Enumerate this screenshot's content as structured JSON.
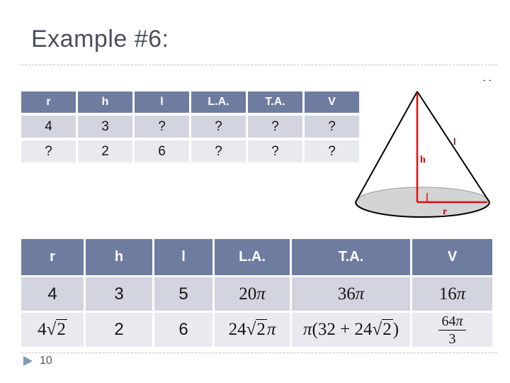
{
  "title": "Example #6:",
  "page_number": "10",
  "corner_mark": "- -",
  "colors": {
    "title_color": "#4a505c",
    "header_bg": "#6e7ca0",
    "row_odd_bg": "#d2d4df",
    "row_even_bg": "#e9eaf0",
    "red_line": "#dd1111",
    "red_label": "#cc0000",
    "dark_red": "#8e1a1a",
    "cone_base_fill": "#d4d4d4",
    "footer_arrow": "#7e99b7"
  },
  "tables": {
    "top": {
      "headers": [
        "r",
        "h",
        "l",
        "L.A.",
        "T.A.",
        "V"
      ],
      "rows": [
        [
          {
            "t": "plain",
            "v": "4"
          },
          {
            "t": "plain",
            "v": "3"
          },
          {
            "t": "plain",
            "v": "?"
          },
          {
            "t": "plain",
            "v": "?"
          },
          {
            "t": "plain",
            "v": "?"
          },
          {
            "t": "plain",
            "v": "?"
          }
        ],
        [
          {
            "t": "plain",
            "v": "?"
          },
          {
            "t": "plain",
            "v": "2"
          },
          {
            "t": "plain",
            "v": "6"
          },
          {
            "t": "plain",
            "v": "?"
          },
          {
            "t": "plain",
            "v": "?"
          },
          {
            "t": "plain",
            "v": "?"
          }
        ]
      ]
    },
    "bottom": {
      "headers": [
        "r",
        "h",
        "l",
        "L.A.",
        "T.A.",
        "V"
      ],
      "rows": [
        [
          {
            "t": "plain",
            "v": "4"
          },
          {
            "t": "plain",
            "v": "3"
          },
          {
            "t": "plain",
            "v": "5"
          },
          {
            "t": "math",
            "v": "20π"
          },
          {
            "t": "math",
            "v": "36π"
          },
          {
            "t": "math",
            "v": "16π"
          }
        ],
        [
          {
            "t": "math",
            "v": "4√2"
          },
          {
            "t": "plain",
            "v": "2"
          },
          {
            "t": "plain",
            "v": "6"
          },
          {
            "t": "math",
            "v": "24√2π"
          },
          {
            "t": "math",
            "v": "π(32 + 24√2)"
          },
          {
            "t": "frac",
            "num": "64π",
            "den": "3"
          }
        ]
      ]
    }
  },
  "cone": {
    "label_h": "h",
    "label_l": "l",
    "label_r": "r"
  }
}
